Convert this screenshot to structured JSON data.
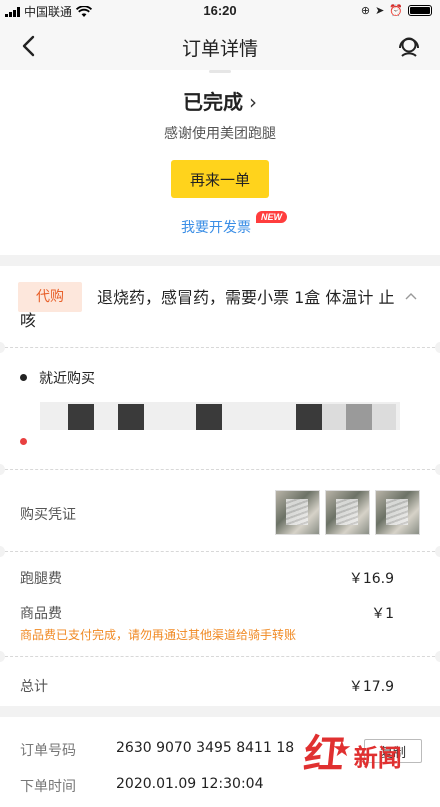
{
  "status_bar": {
    "carrier": "中国联通",
    "time": "16:20"
  },
  "nav": {
    "title": "订单详情"
  },
  "status": {
    "state": "已完成",
    "thanks": "感谢使用美团跑腿",
    "reorder_label": "再来一单",
    "invoice_label": "我要开发票",
    "new_badge": "NEW"
  },
  "order_items": {
    "tag": "代购",
    "description": "退烧药，感冒药，需要小票 1盒 体温计 止咳"
  },
  "address": {
    "label": "就近购买"
  },
  "receipt": {
    "label": "购买凭证"
  },
  "fees": {
    "delivery_label": "跑腿费",
    "delivery_value": "￥16.9",
    "goods_label": "商品费",
    "goods_value": "￥1",
    "goods_notice": "商品费已支付完成，请勿再通过其他渠道给骑手转账",
    "total_label": "总计",
    "total_value": "￥17.9"
  },
  "order_info": {
    "number_label": "订单号码",
    "number_value": "2630 9070 3495 8411 18",
    "copy_label": "复制",
    "time_label": "下单时间",
    "time_value": "2020.01.09 12:30:04"
  },
  "watermark": {
    "brand_big": "红",
    "brand_small": "新闻"
  },
  "colors": {
    "accent_yellow": "#ffd31c",
    "link_blue": "#3a8ee6",
    "warning_orange": "#f08a24",
    "tag_orange": "#e8602a"
  }
}
